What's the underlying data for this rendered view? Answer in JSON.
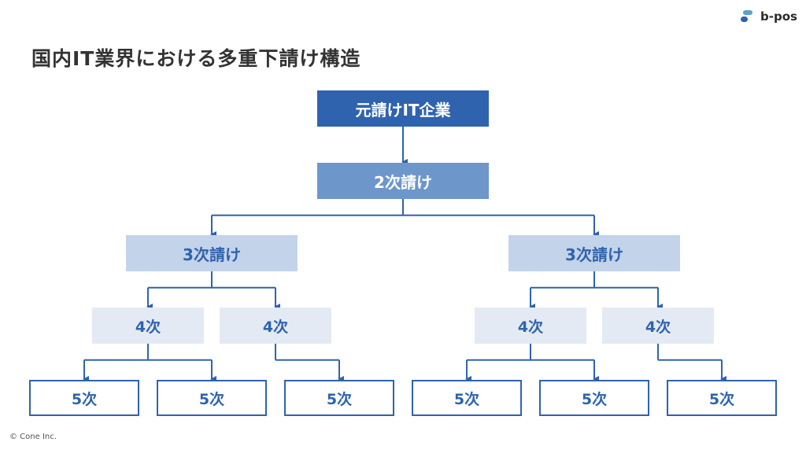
{
  "title": "国内IT業界における多重下請け構造",
  "logo": {
    "text": "b-pos",
    "icon": "b-pos-logo-icon"
  },
  "copyright": "© Cone Inc.",
  "colors": {
    "level0": "#2f63ad",
    "level1": "#6d96cb",
    "level2": "#c3d3ea",
    "level3": "#e4eaf4",
    "connector": "#2f63ad"
  },
  "tree": {
    "label": "元請けIT企業",
    "children": [
      {
        "label": "2次請け",
        "children": [
          {
            "label": "3次請け",
            "children": [
              {
                "label": "4次",
                "children": [
                  {
                    "label": "5次"
                  },
                  {
                    "label": "5次"
                  }
                ]
              },
              {
                "label": "4次",
                "children": [
                  {
                    "label": "5次"
                  }
                ]
              }
            ]
          },
          {
            "label": "3次請け",
            "children": [
              {
                "label": "4次",
                "children": [
                  {
                    "label": "5次"
                  },
                  {
                    "label": "5次"
                  }
                ]
              },
              {
                "label": "4次",
                "children": [
                  {
                    "label": "5次"
                  }
                ]
              }
            ]
          }
        ]
      }
    ]
  }
}
